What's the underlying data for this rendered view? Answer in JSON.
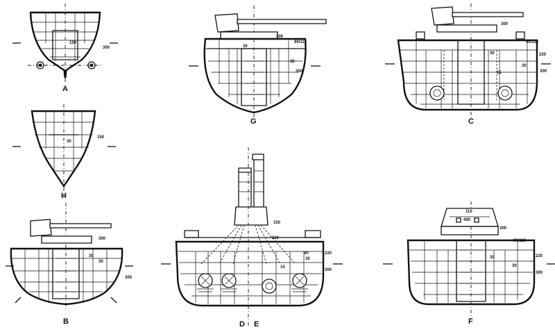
{
  "sections": {
    "A": {
      "letter": "A",
      "armor": [
        "150",
        "300"
      ]
    },
    "H": {
      "letter": "H",
      "armor": [
        "150",
        "30"
      ]
    },
    "B": {
      "letter": "B",
      "armor": [
        "300",
        "30",
        "30",
        "300"
      ]
    },
    "G": {
      "letter": "G",
      "armor": [
        "300",
        "90/110",
        "30",
        "30",
        "300"
      ]
    },
    "D": {
      "letter": "D",
      "armor": [
        "150",
        "110",
        "90",
        "220",
        "30",
        "15",
        "300"
      ]
    },
    "E": {
      "letter": "E"
    },
    "C": {
      "letter": "C",
      "armor": [
        "300",
        "90/110",
        "220",
        "30",
        "30",
        "15",
        "300"
      ]
    },
    "F": {
      "letter": "F",
      "armor": [
        "110",
        "400",
        "300",
        "90/110",
        "30",
        "220",
        "30",
        "300"
      ]
    }
  }
}
